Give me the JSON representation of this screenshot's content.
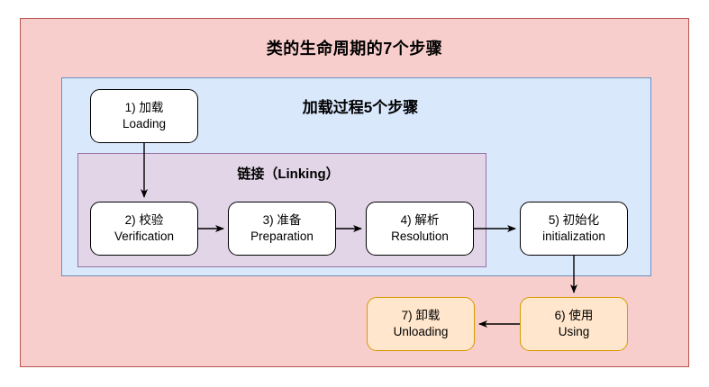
{
  "diagram": {
    "title": "类的生命周期的7个步骤",
    "containers": {
      "outer": {
        "label": "类的生命周期的7个步骤",
        "fill": "#f8cecc",
        "stroke": "#b85450"
      },
      "loading_process": {
        "label": "加载过程5个步骤",
        "fill": "#dae8fc",
        "stroke": "#6c8ebf"
      },
      "linking": {
        "label": "链接（Linking）",
        "fill": "#e1d5e7",
        "stroke": "#9673a6"
      }
    },
    "nodes": [
      {
        "id": "1",
        "cn": "1) 加载",
        "en": "Loading",
        "fill": "#ffffff",
        "stroke": "#000000"
      },
      {
        "id": "2",
        "cn": "2) 校验",
        "en": "Verification",
        "fill": "#ffffff",
        "stroke": "#000000"
      },
      {
        "id": "3",
        "cn": "3) 准备",
        "en": "Preparation",
        "fill": "#ffffff",
        "stroke": "#000000"
      },
      {
        "id": "4",
        "cn": "4) 解析",
        "en": "Resolution",
        "fill": "#ffffff",
        "stroke": "#000000"
      },
      {
        "id": "5",
        "cn": "5) 初始化",
        "en": "initialization",
        "fill": "#ffffff",
        "stroke": "#000000"
      },
      {
        "id": "6",
        "cn": "6) 使用",
        "en": "Using",
        "fill": "#ffe6cc",
        "stroke": "#d79b00"
      },
      {
        "id": "7",
        "cn": "7) 卸载",
        "en": "Unloading",
        "fill": "#ffe6cc",
        "stroke": "#d79b00"
      }
    ],
    "edges": [
      {
        "from": "1",
        "to": "2",
        "direction": "down"
      },
      {
        "from": "2",
        "to": "3",
        "direction": "right"
      },
      {
        "from": "3",
        "to": "4",
        "direction": "right"
      },
      {
        "from": "4",
        "to": "5",
        "direction": "right"
      },
      {
        "from": "5",
        "to": "6",
        "direction": "down"
      },
      {
        "from": "6",
        "to": "7",
        "direction": "left"
      }
    ]
  }
}
